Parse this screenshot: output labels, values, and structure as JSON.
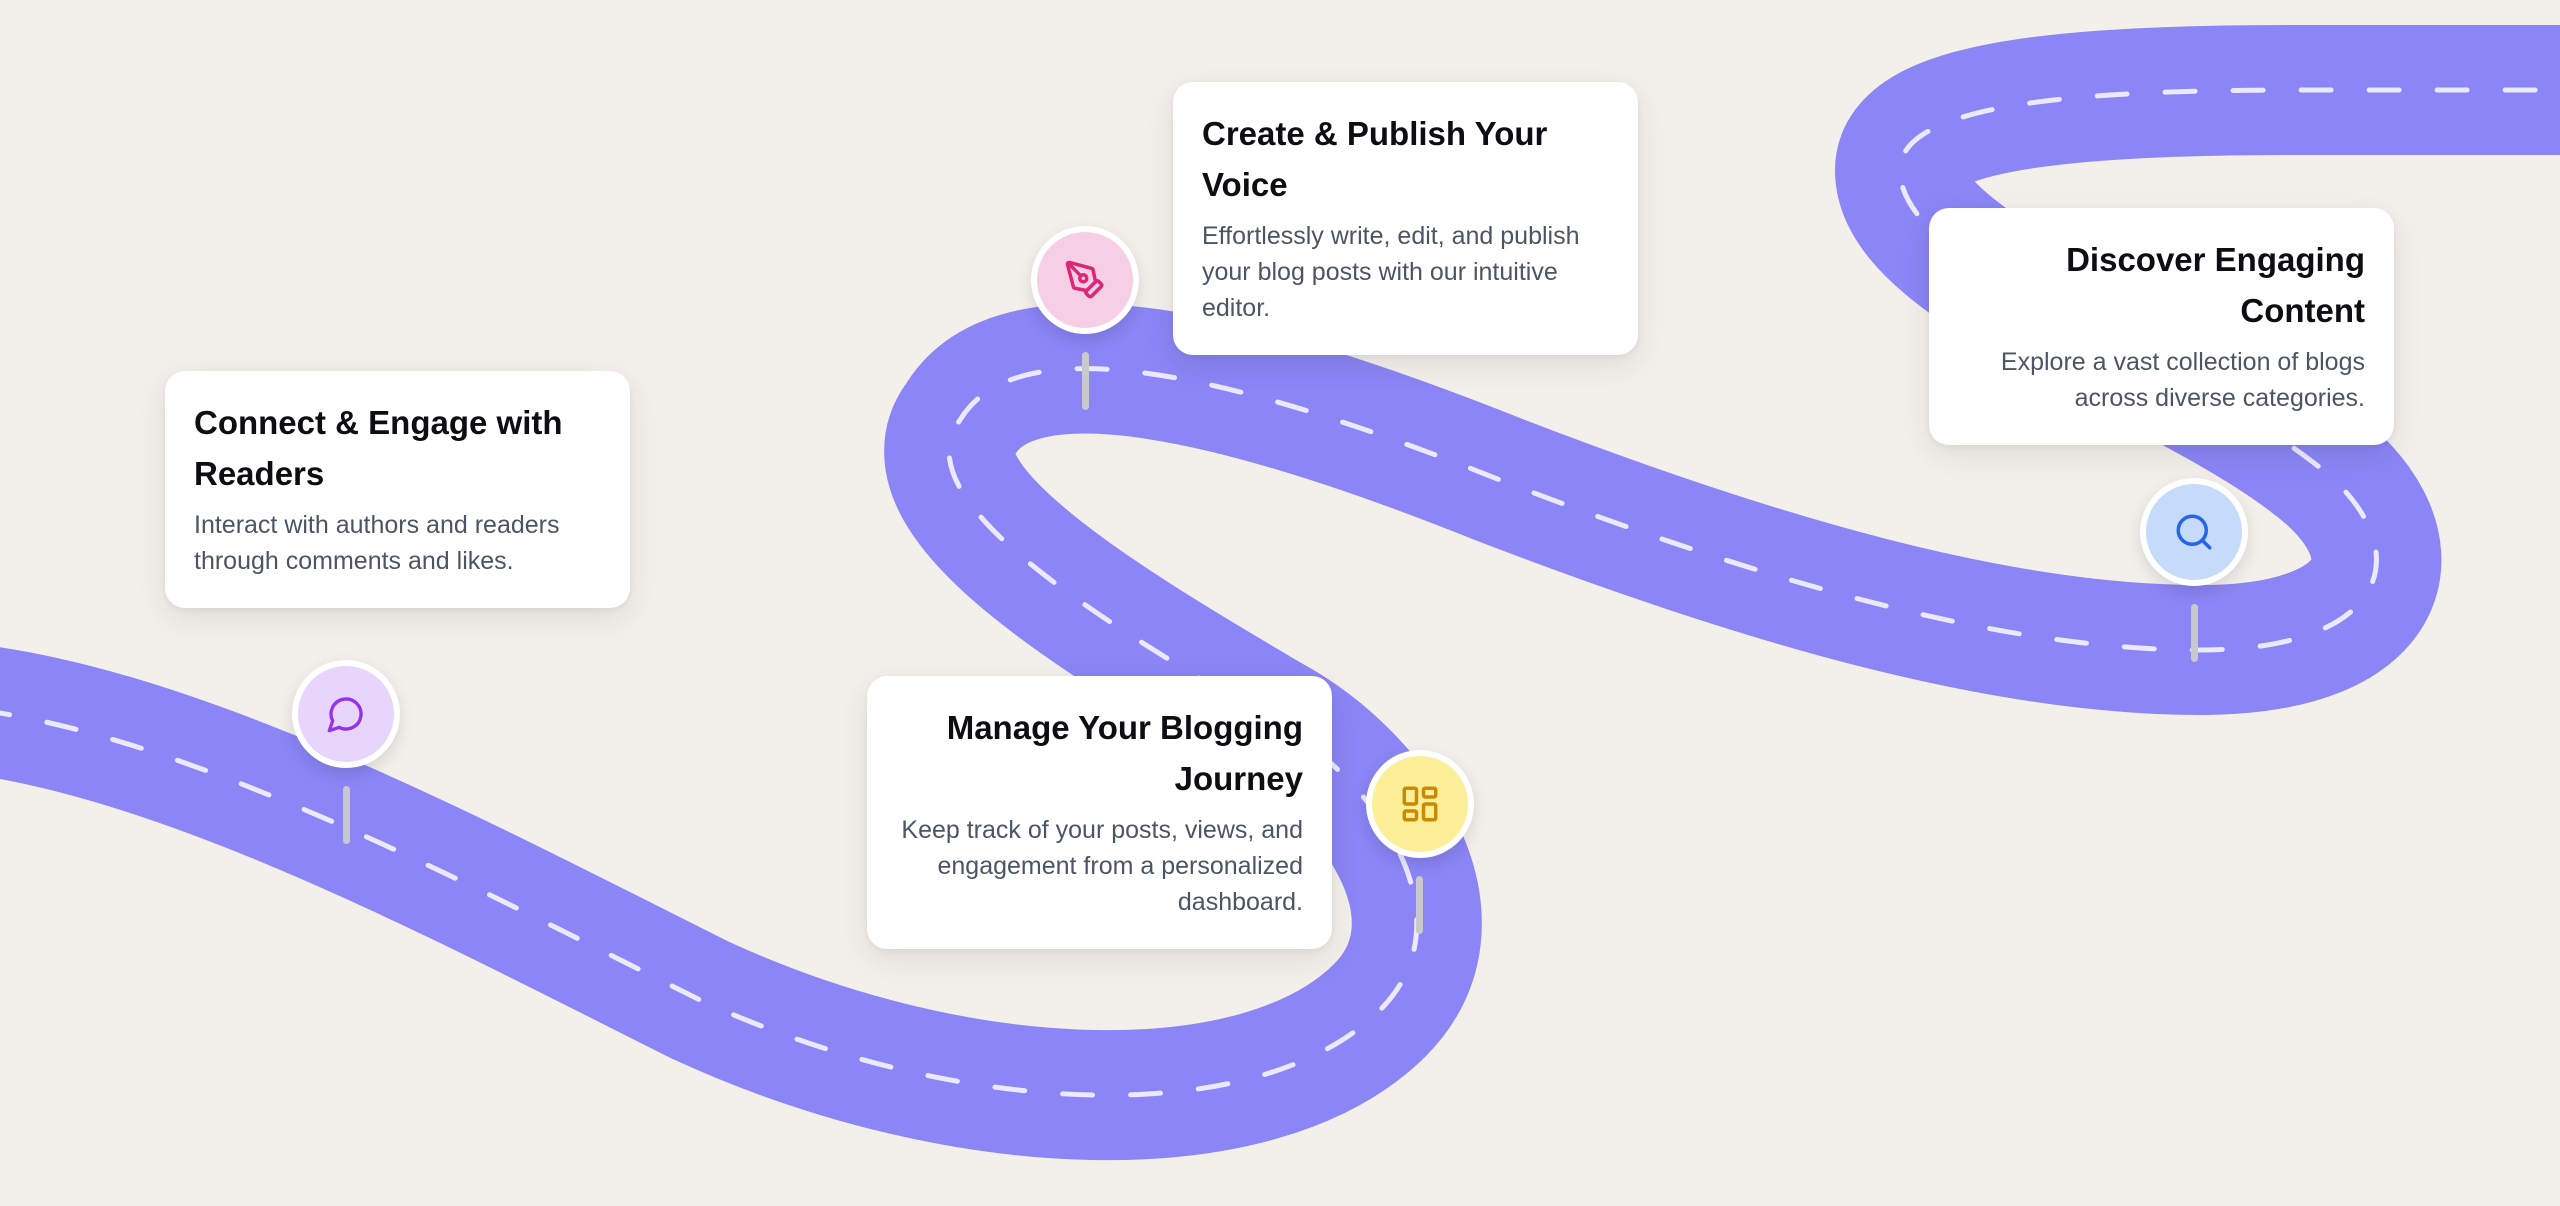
{
  "steps": [
    {
      "title": "Connect & Engage with Readers",
      "description": "Interact with authors and readers through comments and likes.",
      "icon": "chat-bubble-icon",
      "icon_color": "#9333ea",
      "bubble_color": "#e8d5fb"
    },
    {
      "title": "Create & Publish Your Voice",
      "description": "Effortlessly write, edit, and publish your blog posts with our intuitive editor.",
      "icon": "pen-nib-icon",
      "icon_color": "#db2777",
      "bubble_color": "#f7cfe5"
    },
    {
      "title": "Manage Your Blogging Journey",
      "description": "Keep track of your posts, views, and engagement from a personalized dashboard.",
      "icon": "dashboard-grid-icon",
      "icon_color": "#ca8a04",
      "bubble_color": "#fcef98"
    },
    {
      "title": "Discover Engaging Content",
      "description": "Explore a vast collection of blogs across diverse categories.",
      "icon": "search-icon",
      "icon_color": "#2563eb",
      "bubble_color": "#c6dbfa"
    }
  ],
  "colors": {
    "background": "#f3f0ec",
    "road": "#8b85f6",
    "road_dash": "#ebe9ff",
    "stem": "#c9c9cd"
  }
}
